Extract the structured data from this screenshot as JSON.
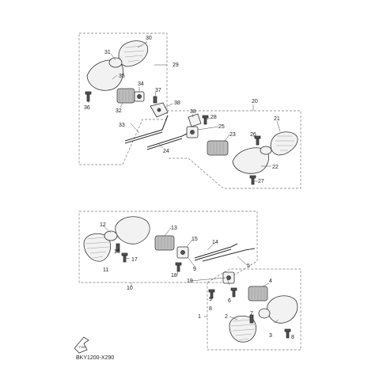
{
  "labels": {
    "p1": "1",
    "p2": "2",
    "p3": "3",
    "p4": "4",
    "p5": "5",
    "p6": "6",
    "p7": "7",
    "p8": "8",
    "p9": "9",
    "p10": "10",
    "p11": "11",
    "p12": "12",
    "p13": "13",
    "p14": "14",
    "p15": "15",
    "p16": "16",
    "p17": "17",
    "p18": "18",
    "p19": "19",
    "p20": "20",
    "p21": "21",
    "p22": "22",
    "p23": "23",
    "p24": "24",
    "p25": "25",
    "p26": "26",
    "p27": "27",
    "p28": "28",
    "p29": "29",
    "p30": "30",
    "p31": "31",
    "p32": "32",
    "p33": "33",
    "p34": "34",
    "p35": "35",
    "p36": "36",
    "p37": "37",
    "p38a": "38",
    "p38b": "38",
    "p8b": "8",
    "p9b": "9"
  },
  "diagram_code": "BKY1200-X290"
}
